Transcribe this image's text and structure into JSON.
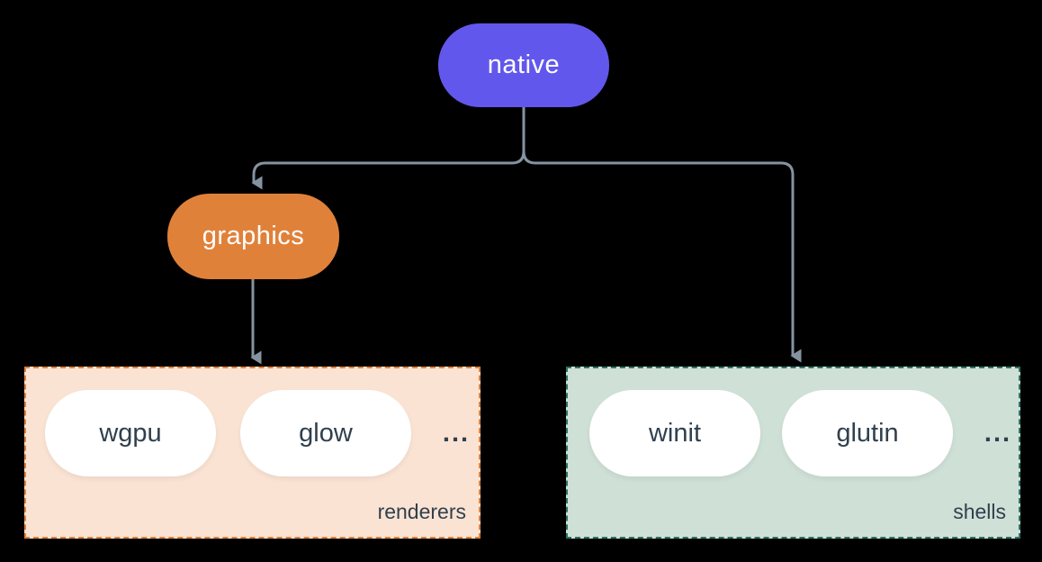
{
  "colors": {
    "page-bg": "#000000",
    "native": "#6257ec",
    "graphics": "#e0813a",
    "edge": "#8593a1",
    "renderers-bg": "#fae3d3",
    "renderers-border": "#e0813a",
    "shells-bg": "#cfe0d7",
    "shells-border": "#2e7265",
    "pill-bg": "#ffffff",
    "text-dark": "#30404d",
    "text-light": "#ffffff"
  },
  "diagram": {
    "root": {
      "label": "native"
    },
    "mid": {
      "label": "graphics"
    },
    "renderers": {
      "label": "renderers",
      "items": [
        "wgpu",
        "glow"
      ],
      "more": "..."
    },
    "shells": {
      "label": "shells",
      "items": [
        "winit",
        "glutin"
      ],
      "more": "..."
    }
  }
}
